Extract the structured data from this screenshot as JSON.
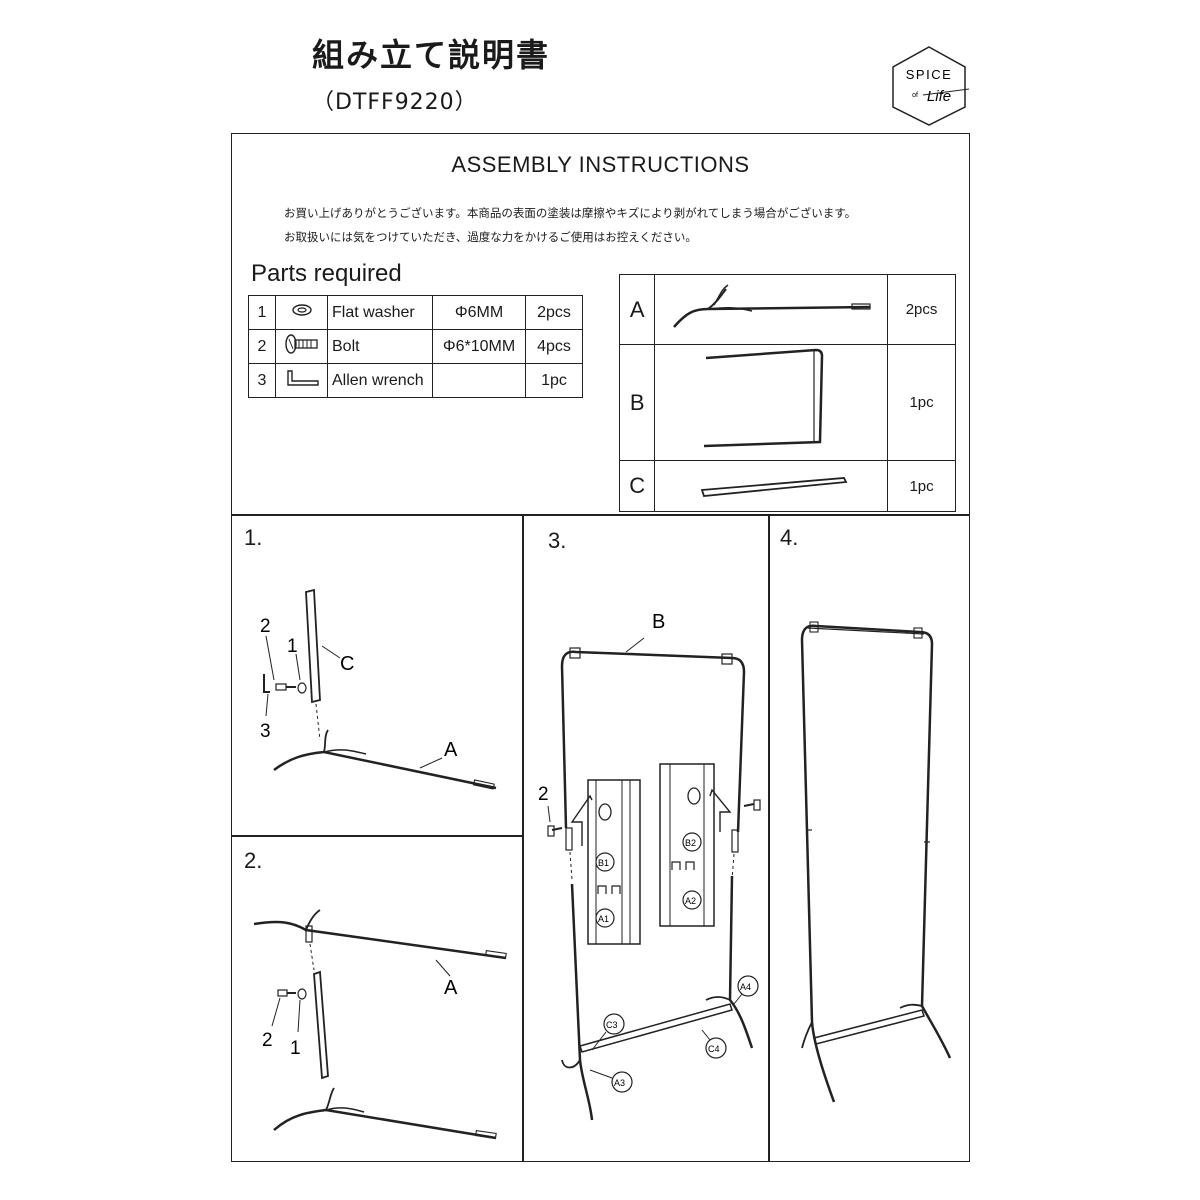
{
  "header": {
    "title_ja": "組み立て説明書",
    "model_code": "（DTFF9220）",
    "logo_top": "SPICE",
    "logo_of": "of",
    "logo_script": "Life"
  },
  "instructions": {
    "title": "ASSEMBLY INSTRUCTIONS",
    "note_line1": "お買い上げありがとうございます。本商品の表面の塗装は摩擦やキズにより剥がれてしまう場合がございます。",
    "note_line2": "お取扱いには気をつけていただき、過度な力をかけるご使用はお控えください。"
  },
  "parts_required": {
    "title": "Parts required",
    "rows": [
      {
        "no": "1",
        "icon": "washer-icon",
        "name": "Flat washer",
        "spec": "Φ6MM",
        "qty": "2pcs"
      },
      {
        "no": "2",
        "icon": "bolt-icon",
        "name": "Bolt",
        "spec": "Φ6*10MM",
        "qty": "4pcs"
      },
      {
        "no": "3",
        "icon": "allen-wrench-icon",
        "name": "Allen wrench",
        "spec": "",
        "qty": "1pc"
      }
    ]
  },
  "components": [
    {
      "id": "A",
      "qty": "2pcs",
      "icon": "base-leg-icon"
    },
    {
      "id": "B",
      "qty": "1pc",
      "icon": "u-frame-icon"
    },
    {
      "id": "C",
      "qty": "1pc",
      "icon": "crossbar-icon"
    }
  ],
  "steps": {
    "s1": {
      "num": "1.",
      "labels": {
        "two": "2",
        "one": "1",
        "three": "3",
        "c": "C",
        "a": "A"
      }
    },
    "s2": {
      "num": "2.",
      "labels": {
        "a": "A",
        "two": "2",
        "one": "1"
      }
    },
    "s3": {
      "num": "3.",
      "labels": {
        "b": "B",
        "two": "2",
        "b1": "B1",
        "a1": "A1",
        "b2": "B2",
        "a2": "A2",
        "c3": "C3",
        "a3": "A3",
        "a4": "A4",
        "c4": "C4"
      }
    },
    "s4": {
      "num": "4."
    }
  }
}
